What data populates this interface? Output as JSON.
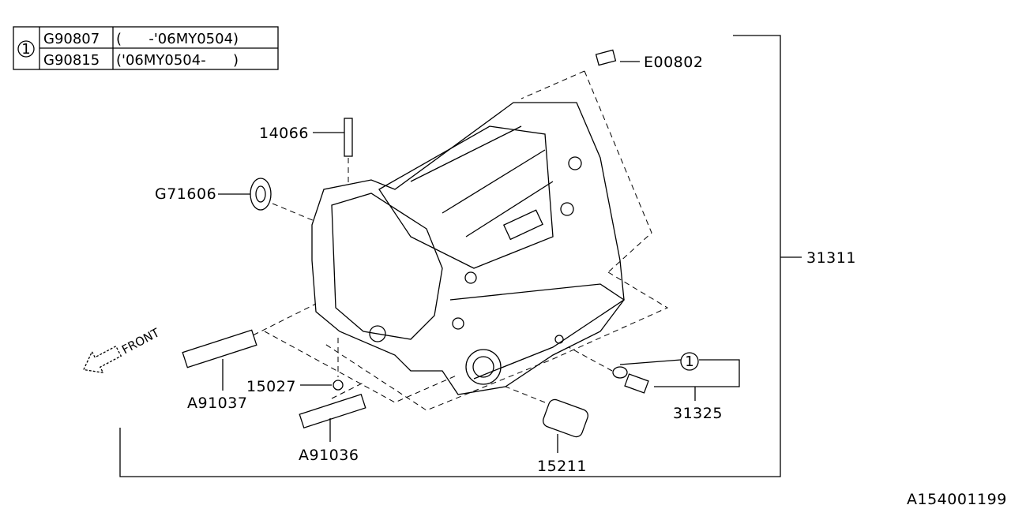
{
  "legend_table": {
    "marker": "1",
    "rows": [
      {
        "part": "G90807",
        "range": "(      -'06MY0504)"
      },
      {
        "part": "G90815",
        "range": "('06MY0504-      )"
      }
    ]
  },
  "callouts": {
    "e00802": "E00802",
    "p14066": "14066",
    "g71606": "G71606",
    "p31311": "31311",
    "a91037": "A91037",
    "p15027": "15027",
    "a91036": "A91036",
    "p15211": "15211",
    "p31325": "31325",
    "ref_marker": "1"
  },
  "front_label": "FRONT",
  "diagram_id": "A154001199"
}
